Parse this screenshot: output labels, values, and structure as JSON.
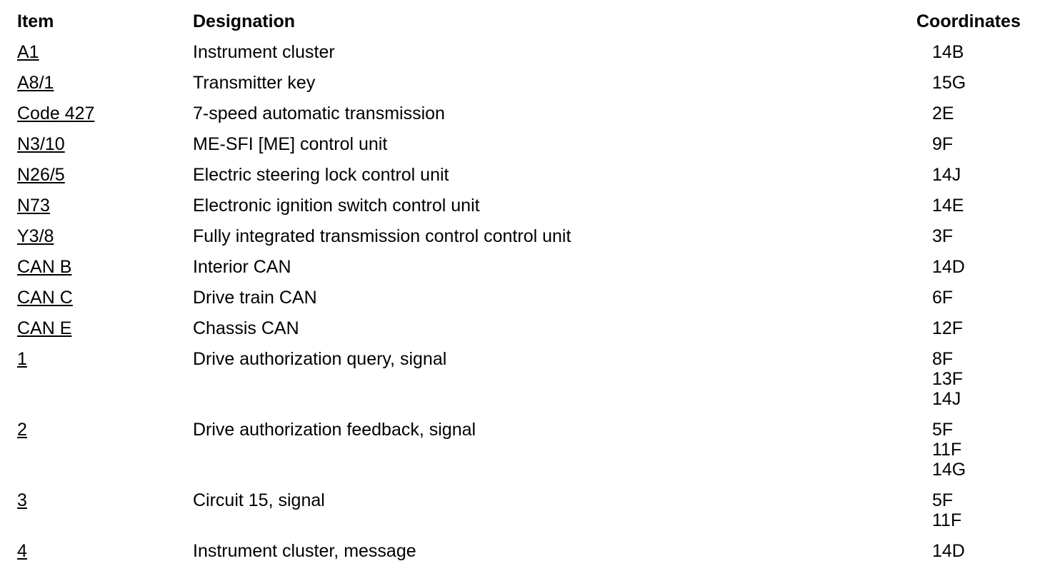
{
  "table": {
    "headers": {
      "item": "Item",
      "designation": "Designation",
      "coordinates": "Coordinates"
    },
    "rows": [
      {
        "item": "A1",
        "designation": "Instrument cluster",
        "coords": [
          "14B"
        ]
      },
      {
        "item": "A8/1",
        "designation": "Transmitter key",
        "coords": [
          "15G"
        ]
      },
      {
        "item": "Code 427",
        "designation": "7-speed automatic transmission",
        "coords": [
          "2E"
        ]
      },
      {
        "item": "N3/10",
        "designation": "ME-SFI [ME] control unit",
        "coords": [
          "9F"
        ]
      },
      {
        "item": "N26/5",
        "designation": "Electric steering lock control unit",
        "coords": [
          "14J"
        ]
      },
      {
        "item": "N73",
        "designation": "Electronic ignition switch control unit",
        "coords": [
          "14E"
        ]
      },
      {
        "item": "Y3/8",
        "designation": "Fully integrated transmission control control unit",
        "coords": [
          "3F"
        ]
      },
      {
        "item": "CAN B",
        "designation": "Interior CAN",
        "coords": [
          "14D"
        ]
      },
      {
        "item": "CAN C",
        "designation": "Drive train CAN",
        "coords": [
          "6F"
        ]
      },
      {
        "item": "CAN E",
        "designation": "Chassis CAN",
        "coords": [
          "12F"
        ]
      },
      {
        "item": "1",
        "designation": "Drive authorization query, signal",
        "coords": [
          "8F",
          "13F",
          "14J"
        ]
      },
      {
        "item": "2",
        "designation": "Drive authorization feedback, signal",
        "coords": [
          "5F",
          "11F",
          "14G"
        ]
      },
      {
        "item": "3",
        "designation": "Circuit 15, signal",
        "coords": [
          "5F",
          "11F"
        ]
      },
      {
        "item": "4",
        "designation": "Instrument cluster, message",
        "coords": [
          "14D"
        ]
      }
    ],
    "colors": {
      "text": "#000000",
      "background": "#ffffff"
    }
  }
}
